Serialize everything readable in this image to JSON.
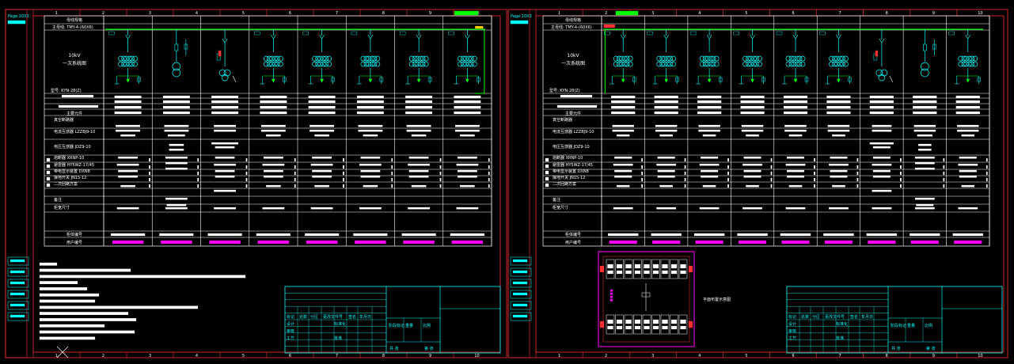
{
  "sheets": [
    {
      "header_rows": [
        "母线规格",
        "主母线: TMY-4-(60X6)"
      ],
      "diagram_title_line1": "10kV",
      "diagram_title_line2": "一次系统图",
      "model_label": "型号: KYN-28(Z)",
      "rows_top": [
        "",
        "",
        "主要元件"
      ],
      "rows_body": [
        "真空断路器",
        "电流互感器 LZZBJ9-10",
        "电压互感器 JDZ9-10",
        "熔断器 XRNP-10",
        "避雷器 HY5WZ-17/45",
        "带电显示装置 DXN8",
        "接地开关 JN15-12",
        "二次回路方案",
        "备注",
        "柜宽尺寸"
      ],
      "rows_bottom": [
        "柜体编号",
        "用户编号"
      ],
      "left_scale": "Page:10X3",
      "num_columns": 8,
      "column_types": [
        "breaker",
        "pt",
        "metering",
        "breaker",
        "breaker",
        "breaker",
        "breaker",
        "breaker_green"
      ]
    },
    {
      "header_rows": [
        "母线规格",
        "主母线: TMY-4-(60X6)"
      ],
      "diagram_title_line1": "10kV",
      "diagram_title_line2": "一次系统图",
      "model_label": "型号: KYN-28(Z)",
      "rows_top": [
        "",
        "",
        "主要元件"
      ],
      "rows_body": [
        "真空断路器",
        "电流互感器 LZZBJ9-10",
        "电压互感器 JDZ9-10",
        "熔断器 XRNP-10",
        "避雷器 HY5WZ-17/45",
        "带电显示装置 DXN8",
        "接地开关 JN15-12",
        "二次回路方案",
        "备注",
        "柜宽尺寸"
      ],
      "rows_bottom": [
        "柜体编号",
        "用户编号"
      ],
      "left_scale": "Page:10X3",
      "num_columns": 9,
      "column_types": [
        "incoming_green",
        "breaker",
        "breaker",
        "breaker",
        "breaker",
        "breaker",
        "metering",
        "pt",
        "breaker"
      ]
    }
  ],
  "title_block": {
    "cells": [
      "标记",
      "处数",
      "分区",
      "更改文件号",
      "签名",
      "年月日",
      "设计",
      "标准化",
      "审核",
      "工艺",
      "批准",
      "阶段标记",
      "重量",
      "比例",
      "共 张",
      "第 张"
    ]
  },
  "floor_plan_label": "平面布置示意图",
  "colors": {
    "background": "#000000",
    "frame": "#ff3030",
    "grid": "#ffffff",
    "busbar": "#00ff00",
    "symbols": "#00ffff",
    "magenta": "#ff00ff",
    "titleblock": "#00ffff"
  }
}
